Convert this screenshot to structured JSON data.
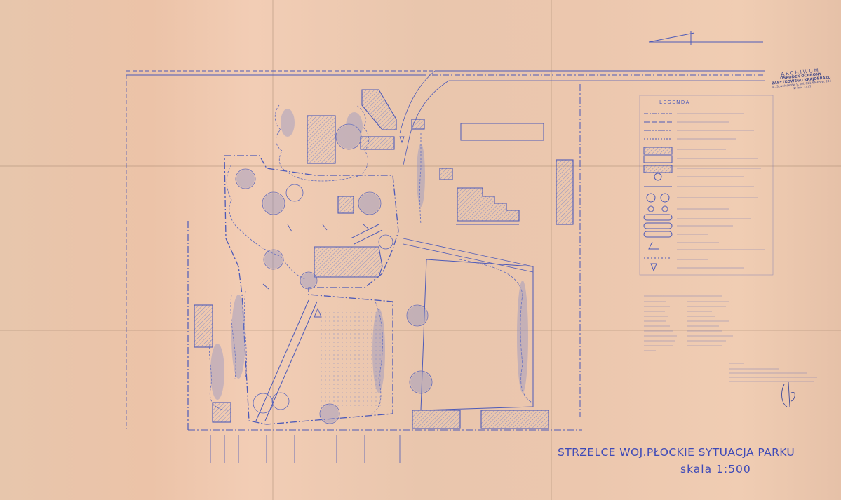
{
  "plan": {
    "title": "STRZELCE WOJ.PŁOCKIE SYTUACJA PARKU",
    "scale": "skala 1:500"
  },
  "legend": {
    "heading": "LEGENDA"
  },
  "stamp": {
    "line1": "ARCHIWUM",
    "line2": "OŚRODEK OCHRONY",
    "line3": "ZABYTKOWEGO KRAJOBRAZU",
    "line4": "ul. Szwoleżerów 9, tel. 621-65-65 w. 234",
    "line5": "Nr inw. 3137"
  },
  "colors": {
    "paper": "#ecc7ae",
    "ink": "#4d5ab8",
    "ink_light": "#7f88c8",
    "hatch": "#8b90c4"
  }
}
